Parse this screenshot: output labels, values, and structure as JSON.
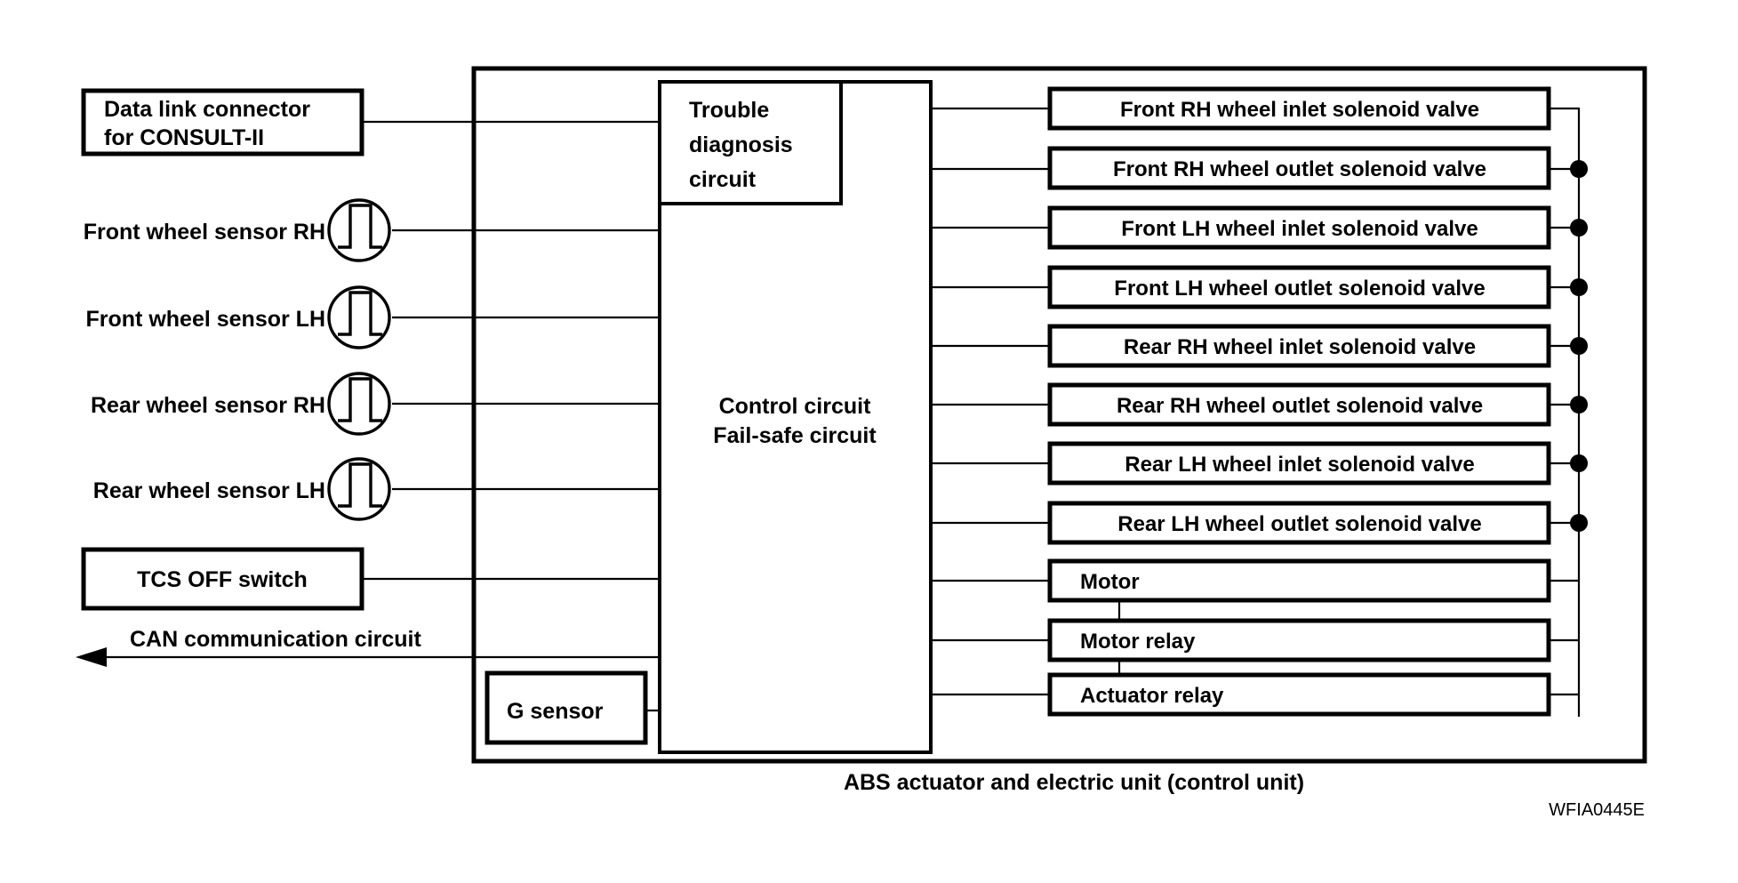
{
  "figure": {
    "code": "WFIA0445E",
    "caption": "ABS actuator and electric unit (control unit)"
  },
  "inputs": {
    "data_link": {
      "label_line1": "Data link connector",
      "label_line2": "for CONSULT-II"
    },
    "sensors": [
      {
        "label": "Front wheel sensor RH",
        "icon": "pulse-sensor-icon"
      },
      {
        "label": "Front wheel sensor LH",
        "icon": "pulse-sensor-icon"
      },
      {
        "label": "Rear wheel sensor RH",
        "icon": "pulse-sensor-icon"
      },
      {
        "label": "Rear wheel sensor LH",
        "icon": "pulse-sensor-icon"
      }
    ],
    "tcs_switch": {
      "label": "TCS OFF switch"
    },
    "can_circuit": {
      "label": "CAN communication circuit"
    }
  },
  "control_unit": {
    "trouble_diagnosis": {
      "line1": "Trouble",
      "line2": "diagnosis",
      "line3": "circuit"
    },
    "control_circuit": {
      "line1": "Control circuit",
      "line2": "Fail-safe circuit"
    },
    "g_sensor": {
      "label": "G sensor"
    }
  },
  "outputs": [
    {
      "label": "Front RH wheel inlet solenoid valve",
      "has_dot": false
    },
    {
      "label": "Front RH wheel outlet solenoid valve",
      "has_dot": true
    },
    {
      "label": "Front LH wheel inlet solenoid valve",
      "has_dot": true
    },
    {
      "label": "Front LH wheel outlet solenoid valve",
      "has_dot": true
    },
    {
      "label": "Rear RH wheel inlet solenoid valve",
      "has_dot": true
    },
    {
      "label": "Rear RH wheel outlet solenoid valve",
      "has_dot": true
    },
    {
      "label": "Rear LH wheel inlet solenoid valve",
      "has_dot": true
    },
    {
      "label": "Rear LH wheel outlet solenoid valve",
      "has_dot": true
    }
  ],
  "actuators": [
    {
      "label": "Motor"
    },
    {
      "label": "Motor relay"
    },
    {
      "label": "Actuator relay"
    }
  ],
  "colors": {
    "line": "#000000",
    "background": "#ffffff",
    "text": "#000000"
  }
}
